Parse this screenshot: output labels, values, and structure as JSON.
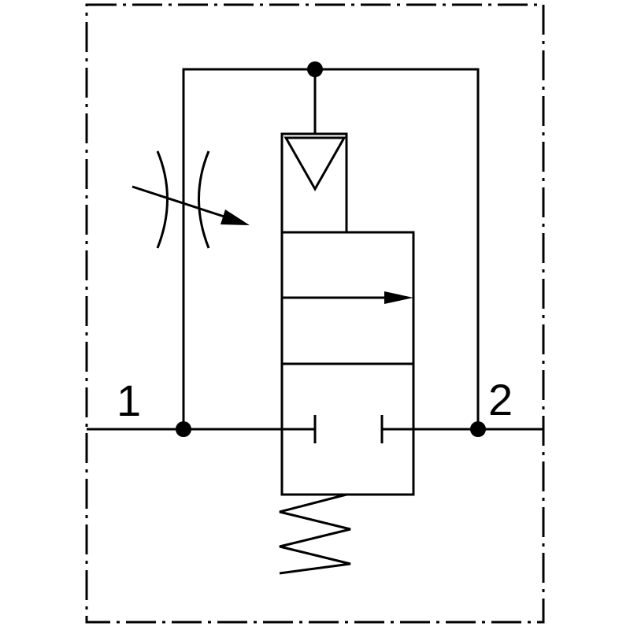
{
  "diagram": {
    "type": "pneumatic-circuit-symbol",
    "ports": [
      {
        "label": "1"
      },
      {
        "label": "2"
      }
    ],
    "colors": {
      "stroke": "#000000",
      "background": "#ffffff"
    }
  }
}
